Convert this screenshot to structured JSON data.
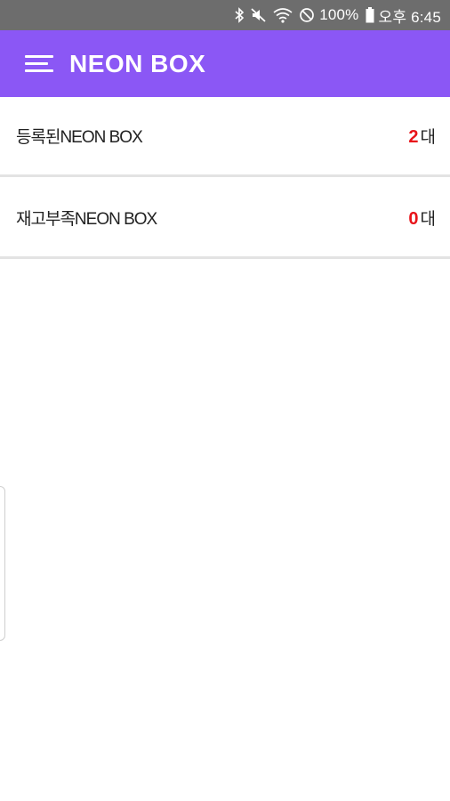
{
  "status_bar": {
    "icons": [
      "bluetooth-icon",
      "mute-icon",
      "wifi-icon",
      "do-not-disturb-icon",
      "battery-icon"
    ],
    "battery": "100%",
    "time": "오후 6:45",
    "background": "#6d6d6d"
  },
  "app_bar": {
    "menu_icon": "hamburger-menu-icon",
    "title": "NEON BOX",
    "background": "#8b57f5"
  },
  "summary": [
    {
      "label": "등록된NEON BOX",
      "count": "2",
      "unit": "대"
    },
    {
      "label": "재고부족NEON BOX",
      "count": "0",
      "unit": "대"
    }
  ],
  "colors": {
    "count": "#e8141a",
    "divider": "#e3e3e3"
  }
}
